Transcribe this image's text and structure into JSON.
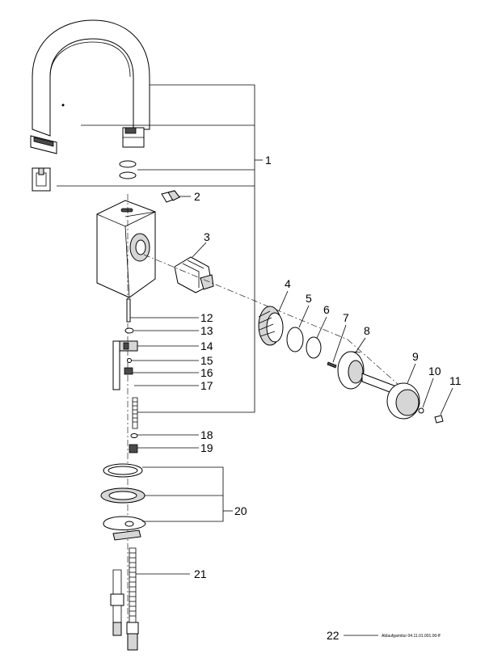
{
  "callouts": [
    {
      "id": "1",
      "text": "1"
    },
    {
      "id": "2",
      "text": "2"
    },
    {
      "id": "3",
      "text": "3"
    },
    {
      "id": "4",
      "text": "4"
    },
    {
      "id": "5",
      "text": "5"
    },
    {
      "id": "6",
      "text": "6"
    },
    {
      "id": "7",
      "text": "7"
    },
    {
      "id": "8",
      "text": "8"
    },
    {
      "id": "9",
      "text": "9"
    },
    {
      "id": "10",
      "text": "10"
    },
    {
      "id": "11",
      "text": "11"
    },
    {
      "id": "12",
      "text": "12"
    },
    {
      "id": "13",
      "text": "13"
    },
    {
      "id": "14",
      "text": "14"
    },
    {
      "id": "15",
      "text": "15"
    },
    {
      "id": "16",
      "text": "16"
    },
    {
      "id": "17",
      "text": "17"
    },
    {
      "id": "18",
      "text": "18"
    },
    {
      "id": "19",
      "text": "19"
    },
    {
      "id": "20",
      "text": "20"
    },
    {
      "id": "21",
      "text": "21"
    },
    {
      "id": "22",
      "text": "22"
    }
  ],
  "footnote": {
    "number": "22",
    "text": "Ablaufgarnitur 04.11.01.001.00-ff"
  }
}
